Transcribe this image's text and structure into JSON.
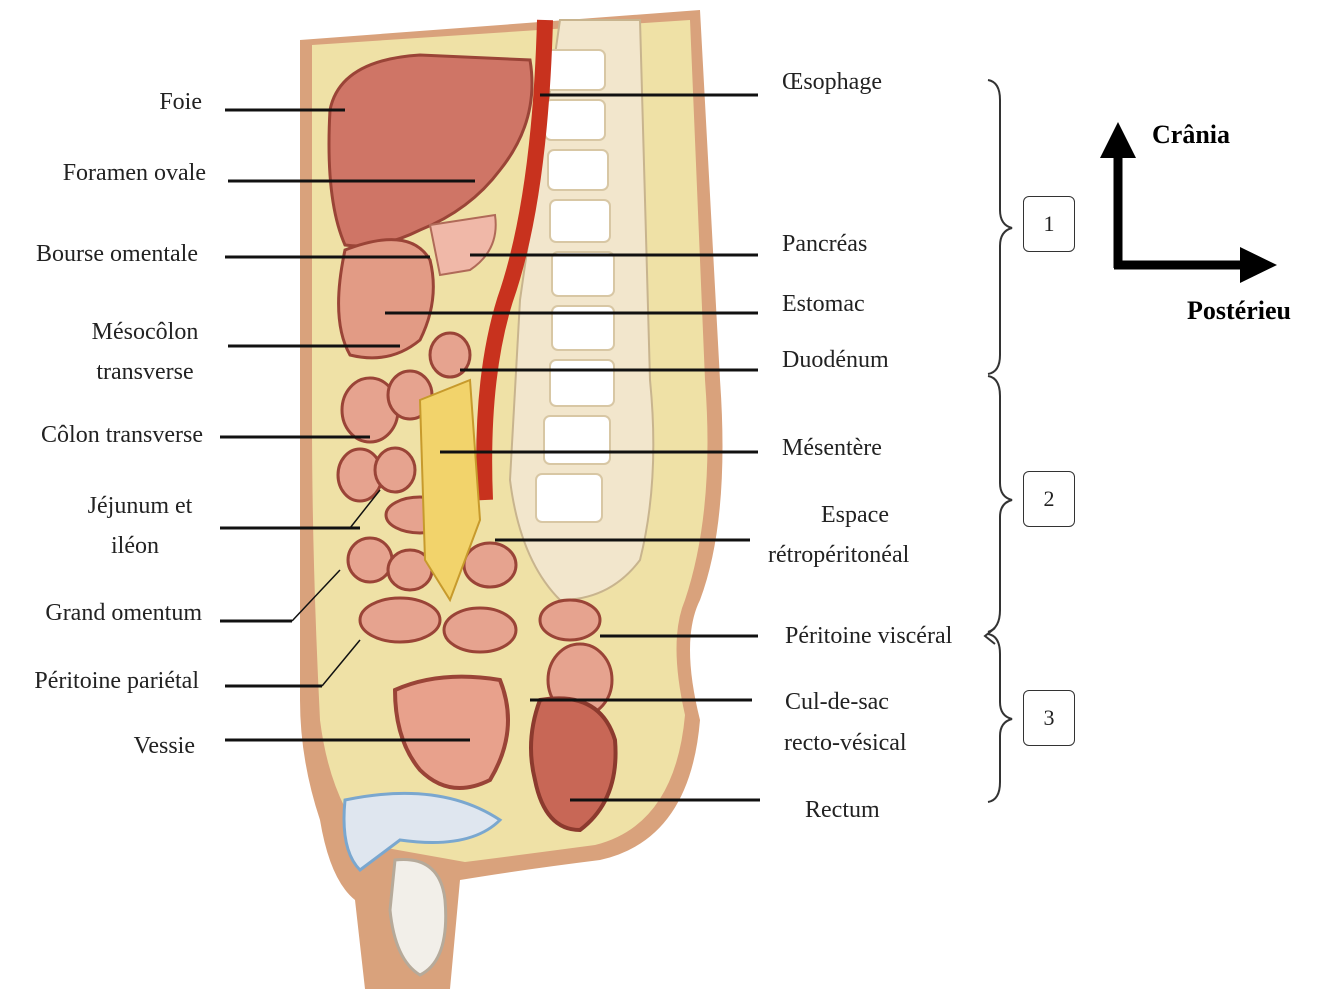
{
  "left_labels": {
    "foie": "Foie",
    "foramen_ovale": "Foramen ovale",
    "bourse_omentale": "Bourse omentale",
    "mesocolon_line1": "Mésocôlon",
    "mesocolon_line2": "transverse",
    "colon_transverse": "Côlon transverse",
    "jejunum_line1": "Jéjunum et",
    "jejunum_line2": "iléon",
    "grand_omentum": "Grand omentum",
    "peritoine_parietal": "Péritoine pariétal",
    "vessie": "Vessie"
  },
  "right_labels": {
    "oesophage": "Œsophage",
    "pancreas": "Pancréas",
    "estomac": "Estomac",
    "duodenum": "Duodénum",
    "mesentere": "Mésentère",
    "espace_line1": "Espace",
    "espace_line2": "rétropéritonéal",
    "peritoine_visceral": "Péritoine viscéral",
    "culdesac_line1": "Cul-de-sac",
    "culdesac_line2": "recto-vésical",
    "rectum": "Rectum"
  },
  "regions": [
    "1",
    "2",
    "3"
  ],
  "orientation": {
    "up": "Crânia",
    "right": "Postérieu"
  },
  "colors": {
    "skin": "#d9a27c",
    "fat": "#efe1a6",
    "organ": "#cf7566",
    "vessel": "#c8321e",
    "bone": "#efe0c4"
  }
}
